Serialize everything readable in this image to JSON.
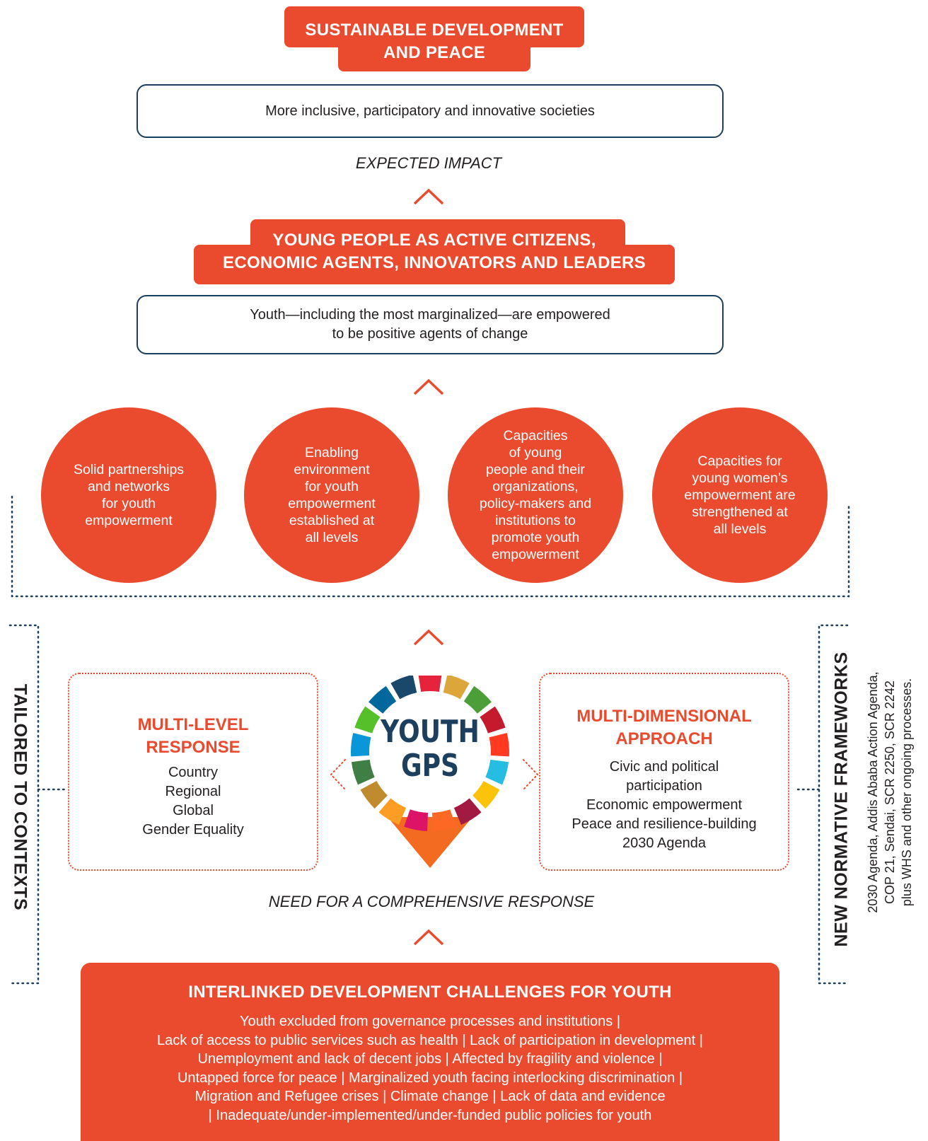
{
  "top_title": {
    "line1": "SUSTAINABLE DEVELOPMENT",
    "line2": "AND PEACE"
  },
  "impact_box": "More inclusive, participatory and innovative societies",
  "expected_impact_label": "EXPECTED IMPACT",
  "mid_title": {
    "line1": "YOUNG PEOPLE AS ACTIVE CITIZENS,",
    "line2": "ECONOMIC AGENTS,  INNOVATORS AND LEADERS"
  },
  "youth_box": {
    "line1": "Youth—including the most marginalized—are empowered",
    "line2": "to be positive agents of change"
  },
  "outcomes": [
    {
      "lines": [
        "Solid partnerships",
        "and networks",
        "for youth",
        "empowerment"
      ]
    },
    {
      "lines": [
        "Enabling",
        "environment",
        "for youth",
        "empowerment",
        "established at",
        "all levels"
      ]
    },
    {
      "lines": [
        "Capacities",
        "of young",
        "people and their",
        "organizations,",
        "policy-makers and",
        "institutions to",
        "promote youth",
        "empowerment"
      ]
    },
    {
      "lines": [
        "Capacities for",
        "young women’s",
        "empowerment are",
        "strengthened at",
        "all levels"
      ]
    }
  ],
  "side_left": "TAILORED TO CONTEXTS",
  "side_right": "NEW NORMATIVE FRAMEWORKS",
  "side_right_detail": {
    "line1": "2030 Agenda, Addis Ababa Action Agenda,",
    "line2": "COP 21, Sendai, SCR 2250, SCR 2242",
    "line3": "plus WHS and other ongoing processes."
  },
  "multi_level": {
    "title1": "MULTI-LEVEL",
    "title2": "RESPONSE",
    "items": [
      "Country",
      "Regional",
      "Global",
      "Gender Equality"
    ]
  },
  "multi_dimensional": {
    "title1": "MULTI-DIMENSIONAL",
    "title2": "APPROACH",
    "items": [
      "Civic and political",
      "participation",
      "Economic empowerment",
      "Peace and resilience-building",
      "2030 Agenda"
    ]
  },
  "logo": {
    "line1": "YOUTH",
    "line2": "GPS",
    "segment_colors": [
      "#e5243b",
      "#dda63a",
      "#4c9f38",
      "#c5192d",
      "#ff3a21",
      "#26bde2",
      "#fcc30b",
      "#a21942",
      "#fd6925",
      "#dd1367",
      "#fd9d24",
      "#bf8b2e",
      "#3f7e44",
      "#0a97d9",
      "#56c02b",
      "#00689d",
      "#19486a"
    ]
  },
  "need_label": "NEED FOR A  COMPREHENSIVE RESPONSE",
  "challenges": {
    "title": "INTERLINKED DEVELOPMENT CHALLENGES FOR YOUTH",
    "lines": [
      "Youth excluded from governance processes and institutions |",
      "Lack of access to public services such as health | Lack of participation in development |",
      "Unemployment and lack of decent jobs | Affected by fragility and violence |",
      "Untapped force for peace | Marginalized youth facing interlocking discrimination |",
      "Migration and Refugee crises | Climate change | Lack of data and evidence",
      "| Inadequate/under-implemented/under-funded public policies for youth"
    ]
  },
  "colors": {
    "accent": "#ea4a2d",
    "navy": "#1d3f5e",
    "dots": "#1d3f5e"
  }
}
